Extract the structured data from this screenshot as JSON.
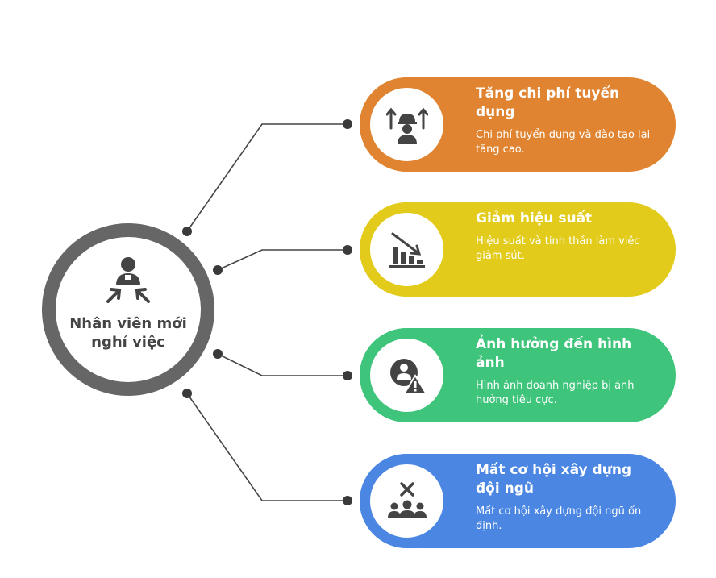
{
  "hub": {
    "title": "Nhân viên mới nghỉ việc",
    "icon": "worker-leaving-icon",
    "color": "#666666"
  },
  "items": [
    {
      "title": "Tăng chi phí tuyển dụng",
      "description": "Chi phí tuyển dụng và đào tạo lại tăng cao.",
      "icon": "worker-cost-up-icon",
      "color": "#e08431"
    },
    {
      "title": "Giảm hiệu suất",
      "description": "Hiệu suất và tinh thần làm việc giảm sút.",
      "icon": "declining-bar-chart-icon",
      "color": "#e2cb1b"
    },
    {
      "title": "Ảnh hưởng đến hình ảnh",
      "description": "Hình ảnh doanh nghiệp bị ảnh hưởng tiêu cực.",
      "icon": "reputation-warning-icon",
      "color": "#3fc47c"
    },
    {
      "title": "Mất cơ hội xây dựng đội ngũ",
      "description": "Mất cơ hội xây dựng đội ngũ ổn định.",
      "icon": "team-broken-icon",
      "color": "#4a86e2"
    }
  ]
}
